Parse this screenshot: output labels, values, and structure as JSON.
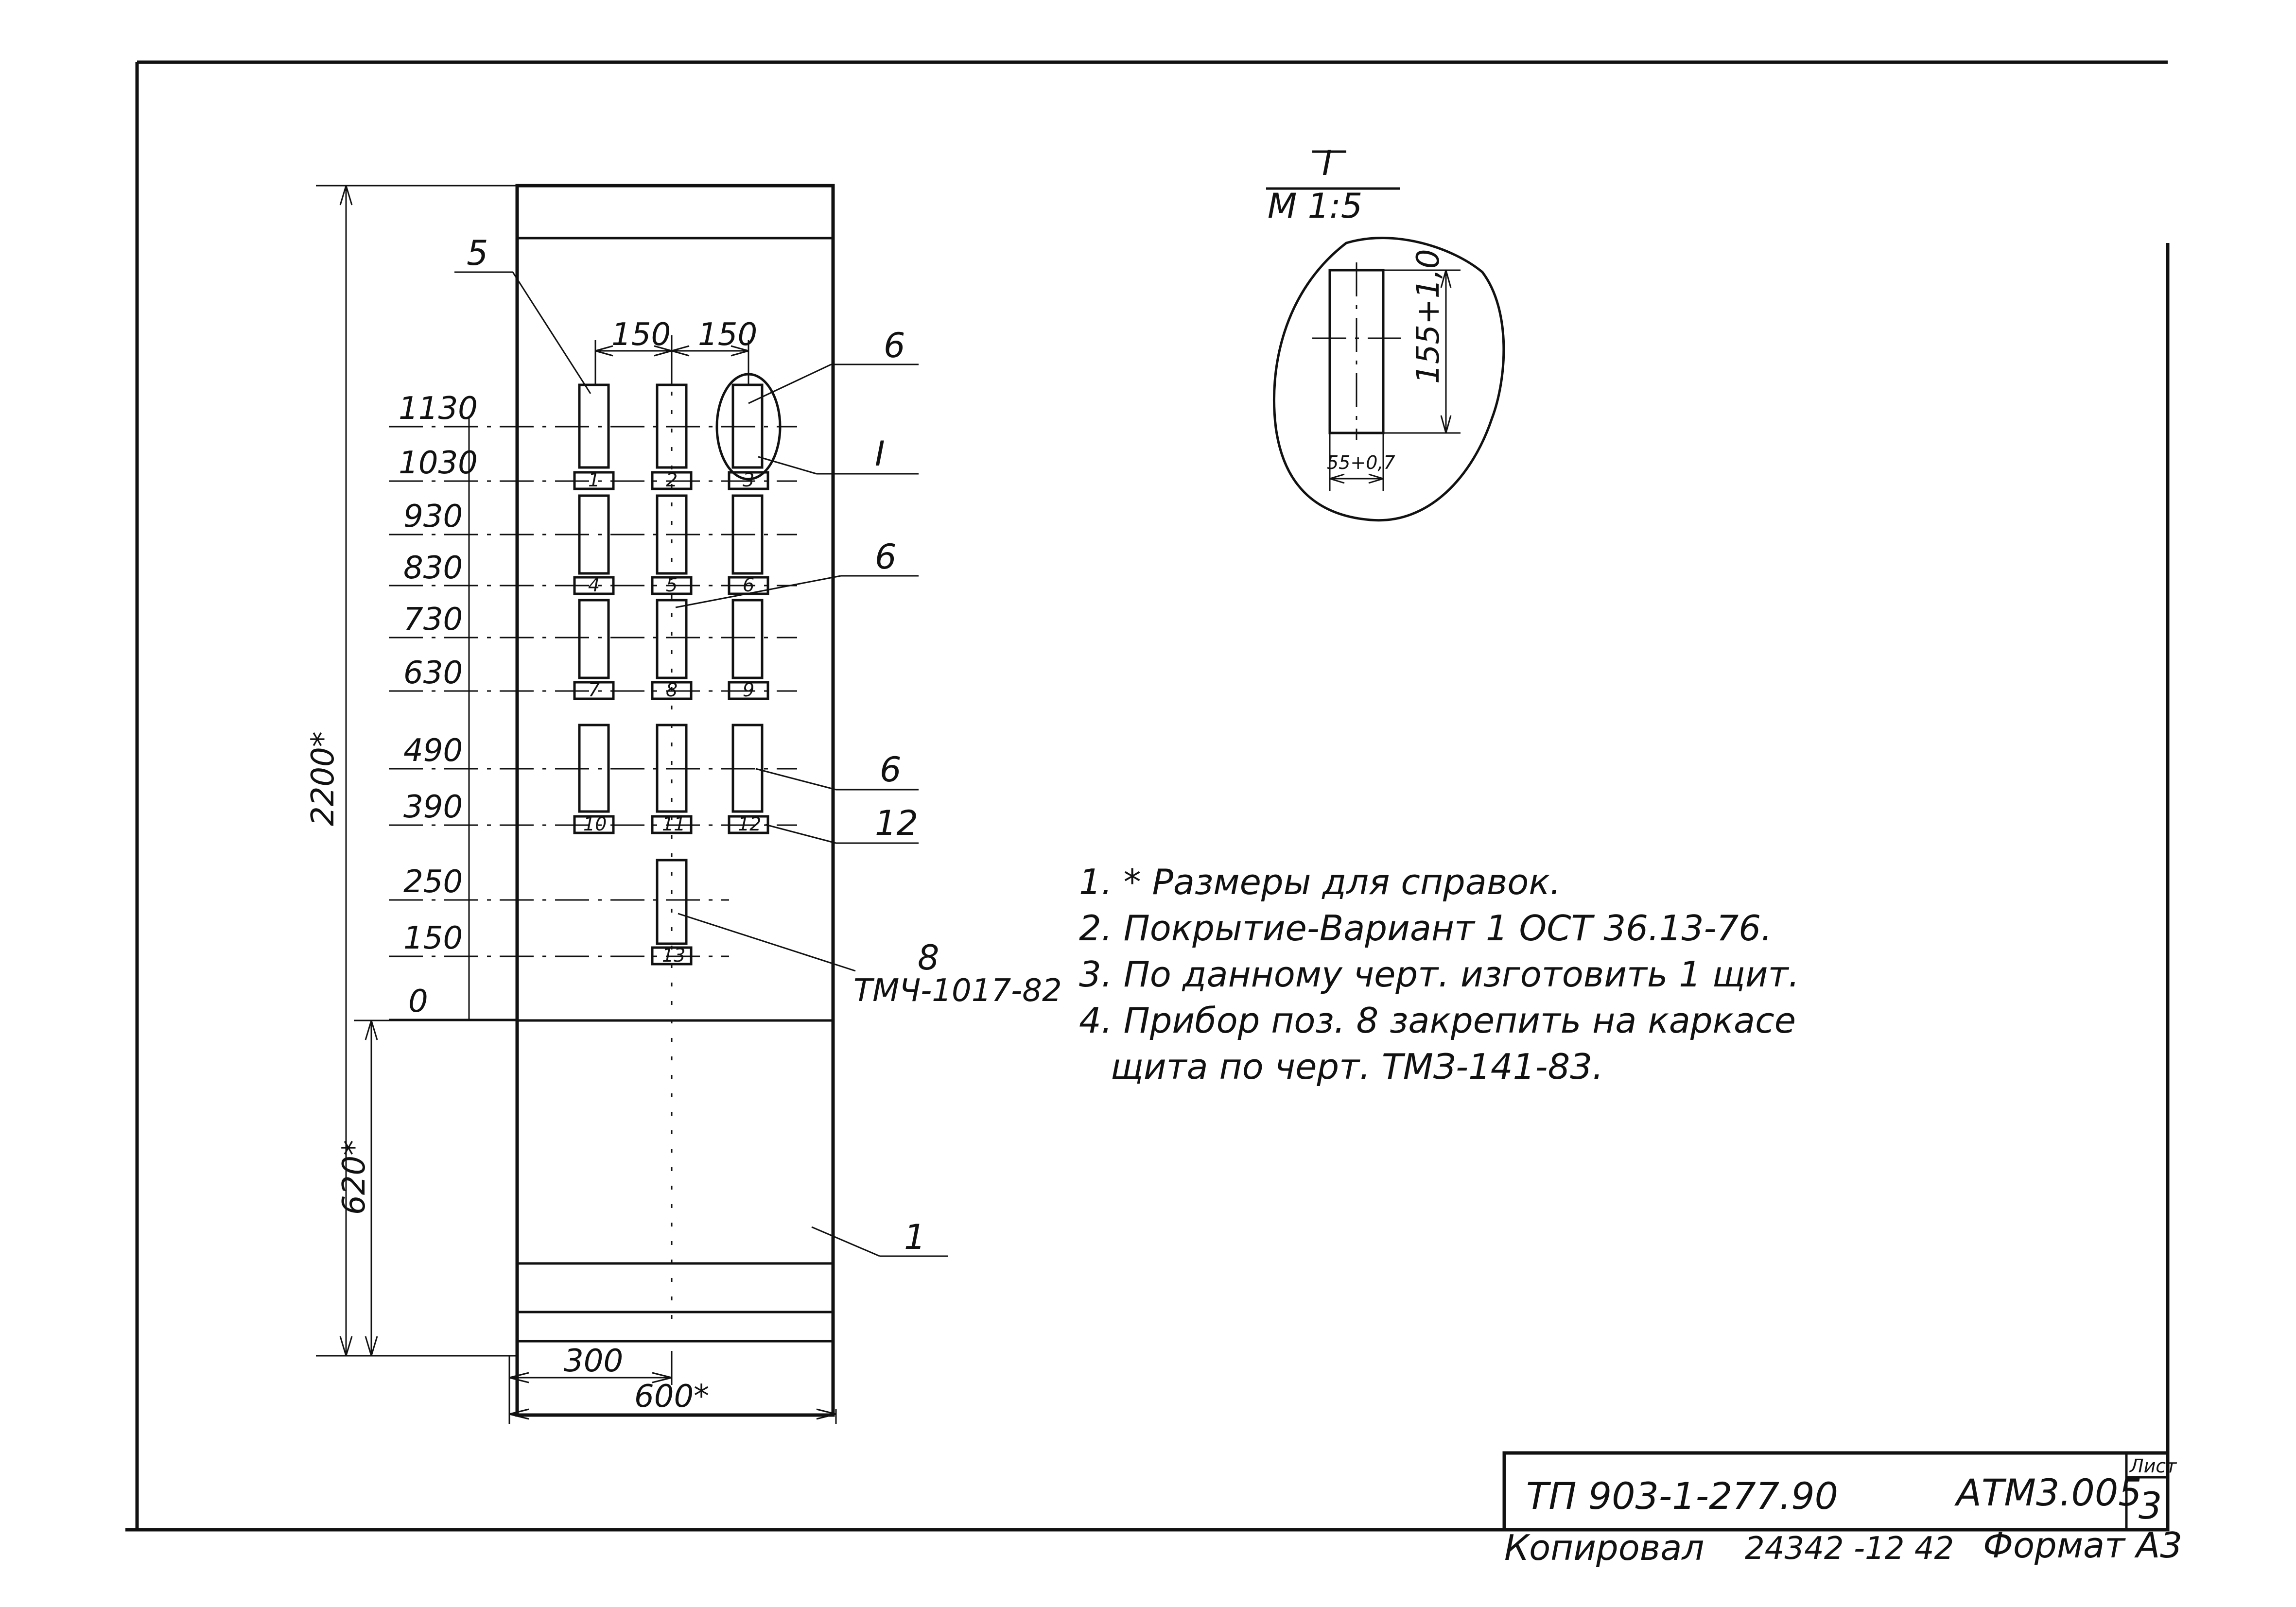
{
  "section": {
    "label": "I",
    "scale": "M 1:5",
    "height_dim": "155+1,0",
    "width_dim": "55+0,7"
  },
  "overall": {
    "height_dim": "2200*",
    "bottom_dim": "620*",
    "half_width_dim": "300",
    "width_dim": "600*"
  },
  "column_pitch": [
    "150",
    "150"
  ],
  "levels": [
    "1130",
    "1030",
    "930",
    "830",
    "730",
    "630",
    "490",
    "390",
    "250",
    "150",
    "0"
  ],
  "positions": {
    "p5": "5",
    "p6a": "6",
    "pI": "I",
    "p6b": "6",
    "p6c": "6",
    "p12": "12",
    "p8": "8",
    "p8_doc": "ТМЧ-1017-82",
    "p1": "1"
  },
  "labels": [
    "1",
    "2",
    "3",
    "4",
    "5",
    "6",
    "7",
    "8",
    "9",
    "10",
    "11",
    "12",
    "13"
  ],
  "notes": [
    "1.  * Размеры для справок.",
    "2.  Покрытие-Вариант 1 ОСТ 36.13-76.",
    "3.  По данному черт. изготовить 1 щит.",
    "4.  Прибор поз. 8 закрепить на каркасе",
    "щита по черт. ТМЗ-141-83."
  ],
  "title_block": {
    "doc_number": "ТП 903-1-277.90",
    "code": "АТМ3.005",
    "sheet_label": "Лист",
    "sheet_number": "3",
    "copied": "Копировал",
    "order": "24342 -12   42",
    "format": "Формат А3"
  }
}
